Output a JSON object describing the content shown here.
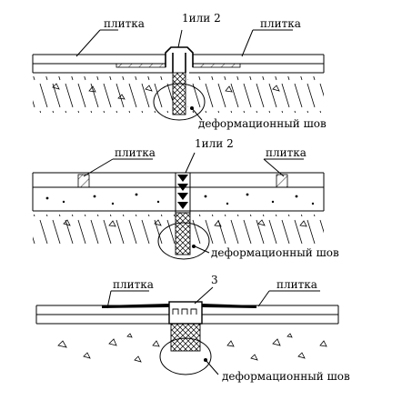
{
  "panels": [
    {
      "tile_left": "плитка",
      "tile_right": "плитка",
      "profile": "1или 2",
      "joint": "деформационный шов"
    },
    {
      "tile_left": "плитка",
      "tile_right": "плитка",
      "profile": "1или 2",
      "joint": "деформационный шов"
    },
    {
      "tile_left": "плитка",
      "tile_right": "плитка",
      "profile": "3",
      "joint": "деформационный шов"
    }
  ]
}
